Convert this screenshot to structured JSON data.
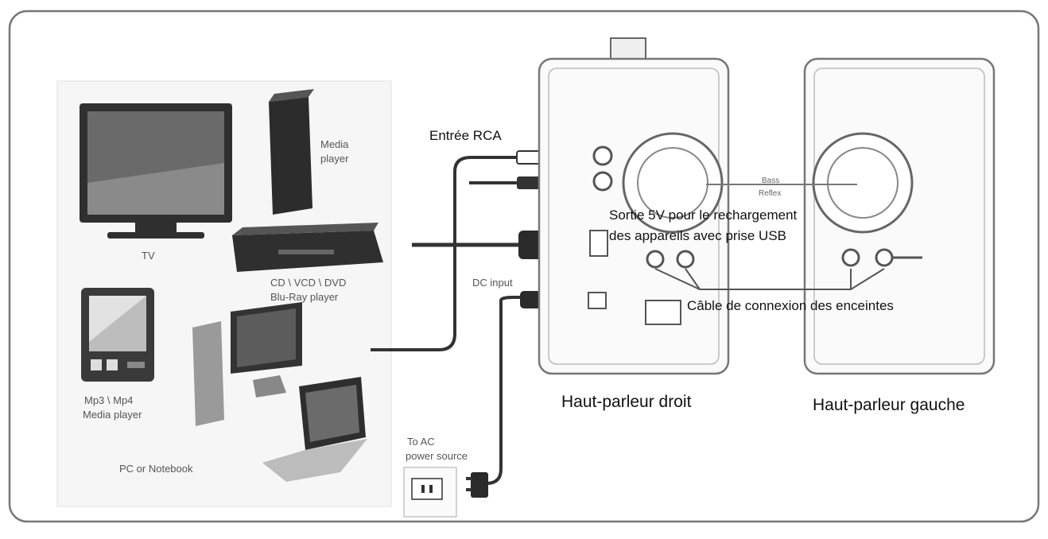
{
  "devices": {
    "media_player": [
      "Media",
      "player"
    ],
    "tv": "TV",
    "dvd_player": [
      "CD \\ VCD \\ DVD",
      "Blu-Ray player"
    ],
    "mp3_player": [
      "Mp3 \\ Mp4",
      "Media player"
    ],
    "pc": "PC or Notebook"
  },
  "connectors": {
    "rca_input": "Entrée RCA",
    "usb_output": [
      "Sortie 5V pour le rechargement",
      "des appareils avec prise USB"
    ],
    "dc_input": "DC input",
    "ac_source": [
      "To AC",
      "power source"
    ],
    "speaker_cable": "Câble de connexion des enceintes",
    "bass_reflex": [
      "Bass",
      "Reflex"
    ]
  },
  "speakers": {
    "right": "Haut-parleur droit",
    "left": "Haut-parleur gauche"
  },
  "colors": {
    "line": "#333333",
    "device": "#3a3a3a",
    "panel": "#f4f4f4"
  }
}
